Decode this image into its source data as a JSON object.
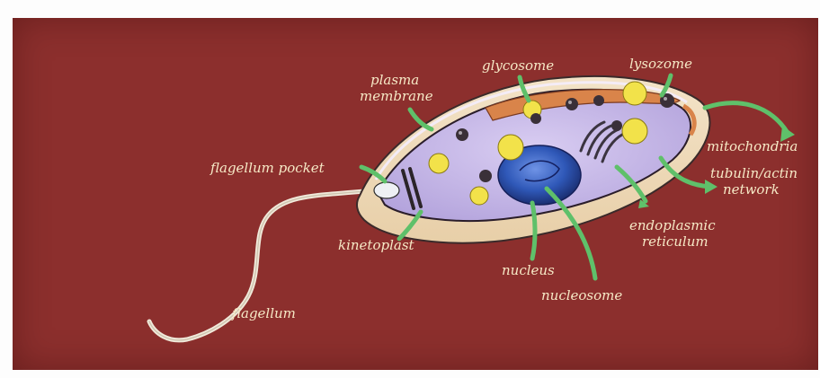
{
  "labels": {
    "plasma_membrane_line1": "plasma",
    "plasma_membrane_line2": "membrane",
    "glycosome": "glycosome",
    "lysozome": "lysozome",
    "mitochondria": "mitochondria",
    "tubulin_line1": "tubulin/actin",
    "tubulin_line2": "network",
    "flagellum_pocket": "flagellum pocket",
    "endoplasmic_line1": "endoplasmic",
    "endoplasmic_line2": "reticulum",
    "kinetoplast": "kinetoplast",
    "nucleus": "nucleus",
    "nucleosome": "nucleosome",
    "flagellum": "flagellum"
  },
  "colors": {
    "background": "#8c2f2d",
    "label_text": "#f6e9c6",
    "pointer": "#5fc06a",
    "cell_body": "#e9e0f0",
    "cytoplasm": "#c7b8e6",
    "nucleus": "#2f58b8",
    "glycosome": "#f2e24a"
  }
}
